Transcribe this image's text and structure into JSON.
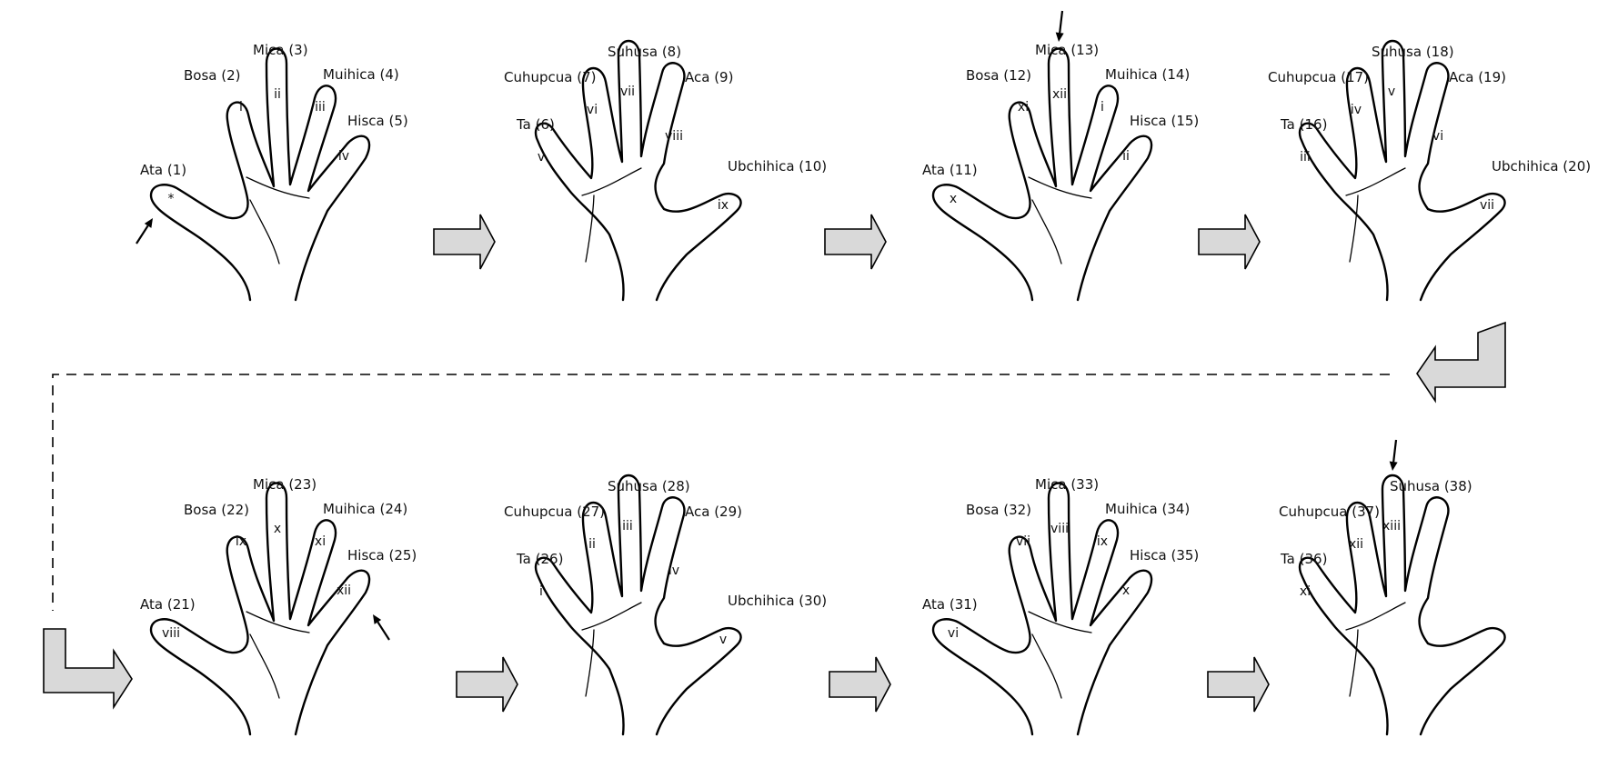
{
  "hands": [
    {
      "fingers": [
        {
          "label": "Ata (1)",
          "mark": "*"
        },
        {
          "label": "Bosa (2)",
          "mark": "i"
        },
        {
          "label": "Mica (3)",
          "mark": "ii"
        },
        {
          "label": "Muihica (4)",
          "mark": "iii"
        },
        {
          "label": "Hisca (5)",
          "mark": "iv"
        }
      ],
      "pointer": {
        "finger": 0,
        "from": "below-left"
      }
    },
    {
      "fingers": [
        {
          "label": "Ta (6)",
          "mark": "v"
        },
        {
          "label": "Cuhupcua (7)",
          "mark": "vi"
        },
        {
          "label": "Suhusa (8)",
          "mark": "vii"
        },
        {
          "label": "Aca (9)",
          "mark": "viii"
        },
        {
          "label": "Ubchihica (10)",
          "mark": "ix"
        }
      ]
    },
    {
      "fingers": [
        {
          "label": "Ata (11)",
          "mark": "x"
        },
        {
          "label": "Bosa (12)",
          "mark": "xi"
        },
        {
          "label": "Mica (13)",
          "mark": "xii"
        },
        {
          "label": "Muihica (14)",
          "mark": "i"
        },
        {
          "label": "Hisca (15)",
          "mark": "ii"
        }
      ],
      "pointer": {
        "finger": 2,
        "from": "above"
      }
    },
    {
      "fingers": [
        {
          "label": "Ta (16)",
          "mark": "iii"
        },
        {
          "label": "Cuhupcua (17)",
          "mark": "iv"
        },
        {
          "label": "Suhusa (18)",
          "mark": "v"
        },
        {
          "label": "Aca (19)",
          "mark": "vi"
        },
        {
          "label": "Ubchihica (20)",
          "mark": "vii"
        }
      ]
    },
    {
      "fingers": [
        {
          "label": "Ata (21)",
          "mark": "viii"
        },
        {
          "label": "Bosa (22)",
          "mark": "ix"
        },
        {
          "label": "Mica (23)",
          "mark": "x"
        },
        {
          "label": "Muihica (24)",
          "mark": "xi"
        },
        {
          "label": "Hisca (25)",
          "mark": "xii"
        }
      ],
      "pointer": {
        "finger": 4,
        "from": "below-right"
      }
    },
    {
      "fingers": [
        {
          "label": "Ta (26)",
          "mark": "i"
        },
        {
          "label": "Cuhupcua (27)",
          "mark": "ii"
        },
        {
          "label": "Suhusa (28)",
          "mark": "iii"
        },
        {
          "label": "Aca (29)",
          "mark": "iv"
        },
        {
          "label": "Ubchihica (30)",
          "mark": "v"
        }
      ]
    },
    {
      "fingers": [
        {
          "label": "Ata (31)",
          "mark": "vi"
        },
        {
          "label": "Bosa (32)",
          "mark": "vii"
        },
        {
          "label": "Mica (33)",
          "mark": "viii"
        },
        {
          "label": "Muihica (34)",
          "mark": "ix"
        },
        {
          "label": "Hisca (35)",
          "mark": "x"
        }
      ]
    },
    {
      "fingers": [
        {
          "label": "Ta (36)",
          "mark": "xi"
        },
        {
          "label": "Cuhupcua (37)",
          "mark": "xii"
        },
        {
          "label": "Suhusa (38)",
          "mark": "xiii"
        },
        {
          "label": "",
          "mark": ""
        },
        {
          "label": "",
          "mark": ""
        }
      ],
      "pointer": {
        "finger": 2,
        "from": "above"
      }
    }
  ]
}
